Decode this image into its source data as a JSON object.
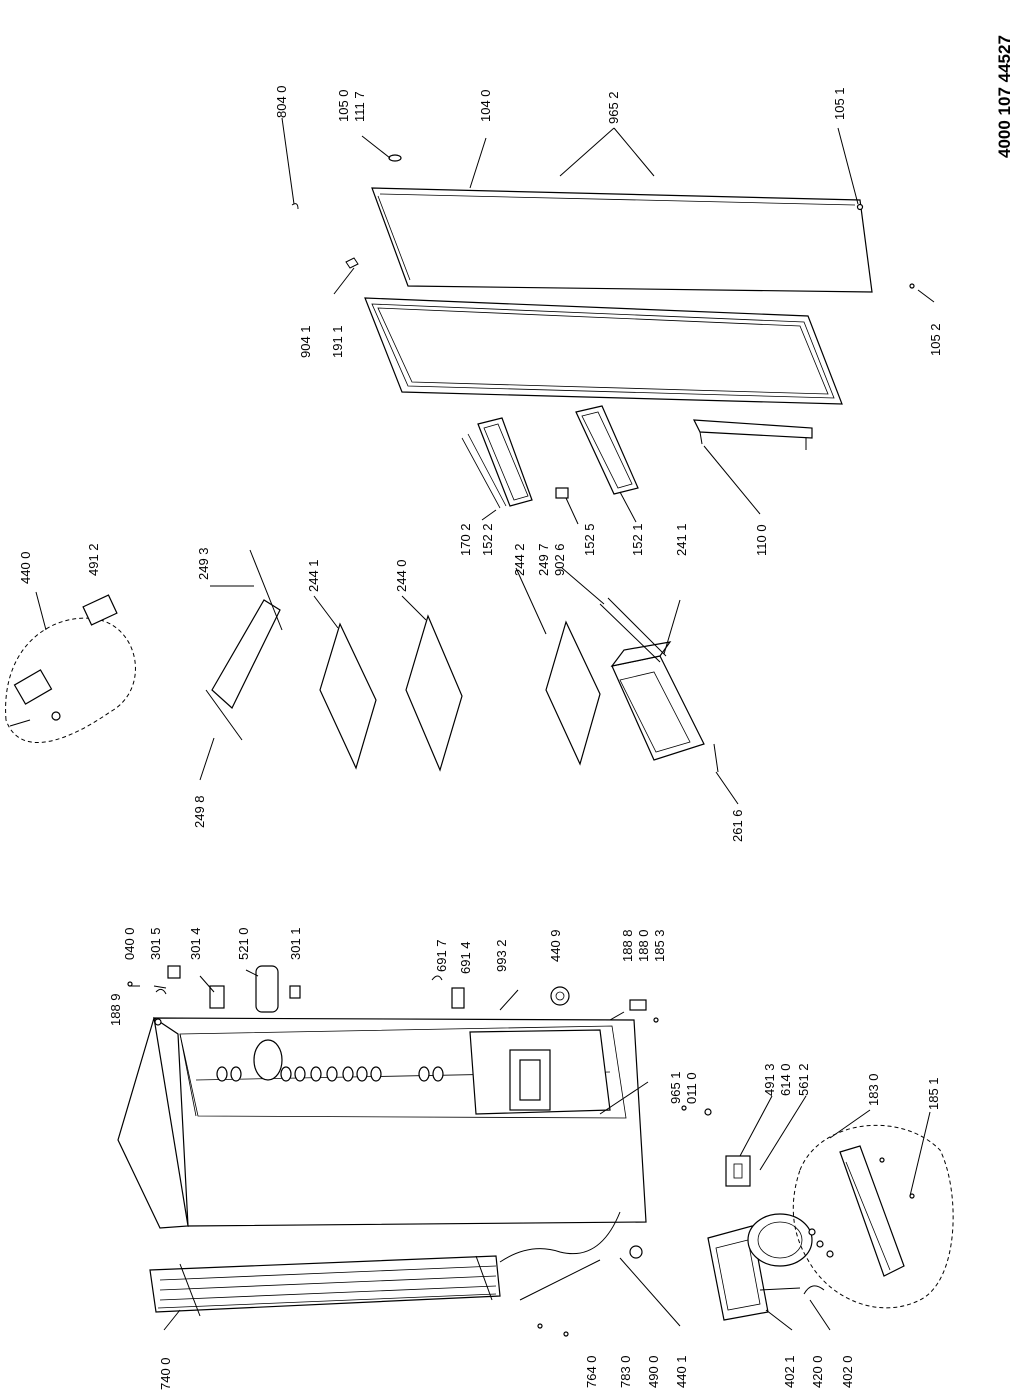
{
  "document_number": "4000 107 44527",
  "part_labels": [
    {
      "id": "p8040",
      "text": "804 0"
    },
    {
      "id": "p1050",
      "text": "105 0"
    },
    {
      "id": "p1117",
      "text": "111 7"
    },
    {
      "id": "p1040",
      "text": "104 0"
    },
    {
      "id": "p9652",
      "text": "965 2"
    },
    {
      "id": "p1051",
      "text": "105 1"
    },
    {
      "id": "p9041",
      "text": "904 1"
    },
    {
      "id": "p1911",
      "text": "191 1"
    },
    {
      "id": "p1052",
      "text": "105 2"
    },
    {
      "id": "p4400",
      "text": "440 0"
    },
    {
      "id": "p4912",
      "text": "491 2"
    },
    {
      "id": "p2493",
      "text": "249 3"
    },
    {
      "id": "p2441",
      "text": "244 1"
    },
    {
      "id": "p2440",
      "text": "244 0"
    },
    {
      "id": "p2442",
      "text": "244 2"
    },
    {
      "id": "p2497",
      "text": "249 7"
    },
    {
      "id": "p9026",
      "text": "902 6"
    },
    {
      "id": "p1702",
      "text": "170 2"
    },
    {
      "id": "p1522",
      "text": "152 2"
    },
    {
      "id": "p1525",
      "text": "152 5"
    },
    {
      "id": "p1521",
      "text": "152 1"
    },
    {
      "id": "p2411",
      "text": "241 1"
    },
    {
      "id": "p1100",
      "text": "110 0"
    },
    {
      "id": "p2498",
      "text": "249 8"
    },
    {
      "id": "p2616",
      "text": "261 6"
    },
    {
      "id": "p1889",
      "text": "188 9"
    },
    {
      "id": "p0400",
      "text": "040 0"
    },
    {
      "id": "p3015",
      "text": "301 5"
    },
    {
      "id": "p3014",
      "text": "301 4"
    },
    {
      "id": "p5210",
      "text": "521 0"
    },
    {
      "id": "p3011",
      "text": "301 1"
    },
    {
      "id": "p6917",
      "text": "691 7"
    },
    {
      "id": "p6914",
      "text": "691 4"
    },
    {
      "id": "p9932",
      "text": "993 2"
    },
    {
      "id": "p4409",
      "text": "440 9"
    },
    {
      "id": "p1888",
      "text": "188 8"
    },
    {
      "id": "p1880",
      "text": "188 0"
    },
    {
      "id": "p1853",
      "text": "185 3"
    },
    {
      "id": "p9651",
      "text": "965 1"
    },
    {
      "id": "p0110",
      "text": "011 0"
    },
    {
      "id": "p4913",
      "text": "491 3"
    },
    {
      "id": "p6140",
      "text": "614 0"
    },
    {
      "id": "p5612",
      "text": "561 2"
    },
    {
      "id": "p1830",
      "text": "183 0"
    },
    {
      "id": "p1851",
      "text": "185 1"
    },
    {
      "id": "p7400",
      "text": "740 0"
    },
    {
      "id": "p7640",
      "text": "764 0"
    },
    {
      "id": "p7830",
      "text": "783 0"
    },
    {
      "id": "p4900",
      "text": "490 0"
    },
    {
      "id": "p4401",
      "text": "440 1"
    },
    {
      "id": "p4021",
      "text": "402 1"
    },
    {
      "id": "p4200",
      "text": "420 0"
    },
    {
      "id": "p4020",
      "text": "402 0"
    }
  ]
}
